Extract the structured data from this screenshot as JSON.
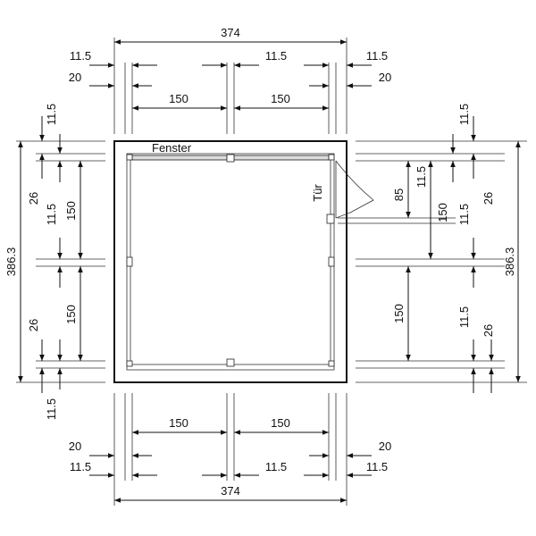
{
  "labels": {
    "fenster": "Fenster",
    "tuer": "Tür"
  },
  "dims": {
    "overall_width": "374",
    "overall_height": "386.3",
    "span": "150",
    "wall": "11.5",
    "offset": "20",
    "post": "26",
    "door": "85"
  }
}
